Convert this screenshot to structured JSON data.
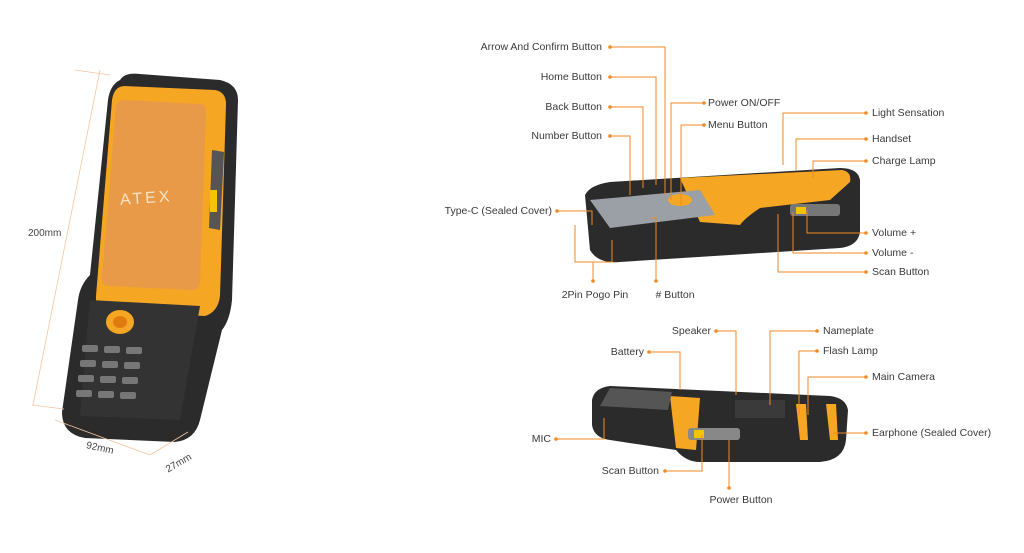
{
  "colors": {
    "accent": "#f08a24",
    "body": "#2b2b2b",
    "orange": "#f5a623"
  },
  "front_view": {
    "screen_text": "ATEX",
    "dimensions": {
      "height": "200mm",
      "width": "92mm",
      "depth": "27mm"
    }
  },
  "top_view": {
    "labels": {
      "arrow_confirm": "Arrow And Confirm Button",
      "home": "Home Button",
      "back": "Back Button",
      "number": "Number Button",
      "power": "Power ON/OFF",
      "menu": "Menu Button",
      "light": "Light Sensation",
      "handset": "Handset",
      "charge": "Charge Lamp",
      "typec": "Type-C (Sealed Cover)",
      "vol_up": "Volume +",
      "vol_down": "Volume -",
      "scan": "Scan Button",
      "pogo": "2Pin Pogo Pin",
      "hash": "#  Button"
    }
  },
  "bottom_view": {
    "labels": {
      "speaker": "Speaker",
      "battery": "Battery",
      "nameplate": "Nameplate",
      "flash": "Flash Lamp",
      "camera": "Main Camera",
      "mic": "MIC",
      "earphone": "Earphone (Sealed Cover)",
      "scan": "Scan Button",
      "power": "Power Button"
    }
  }
}
